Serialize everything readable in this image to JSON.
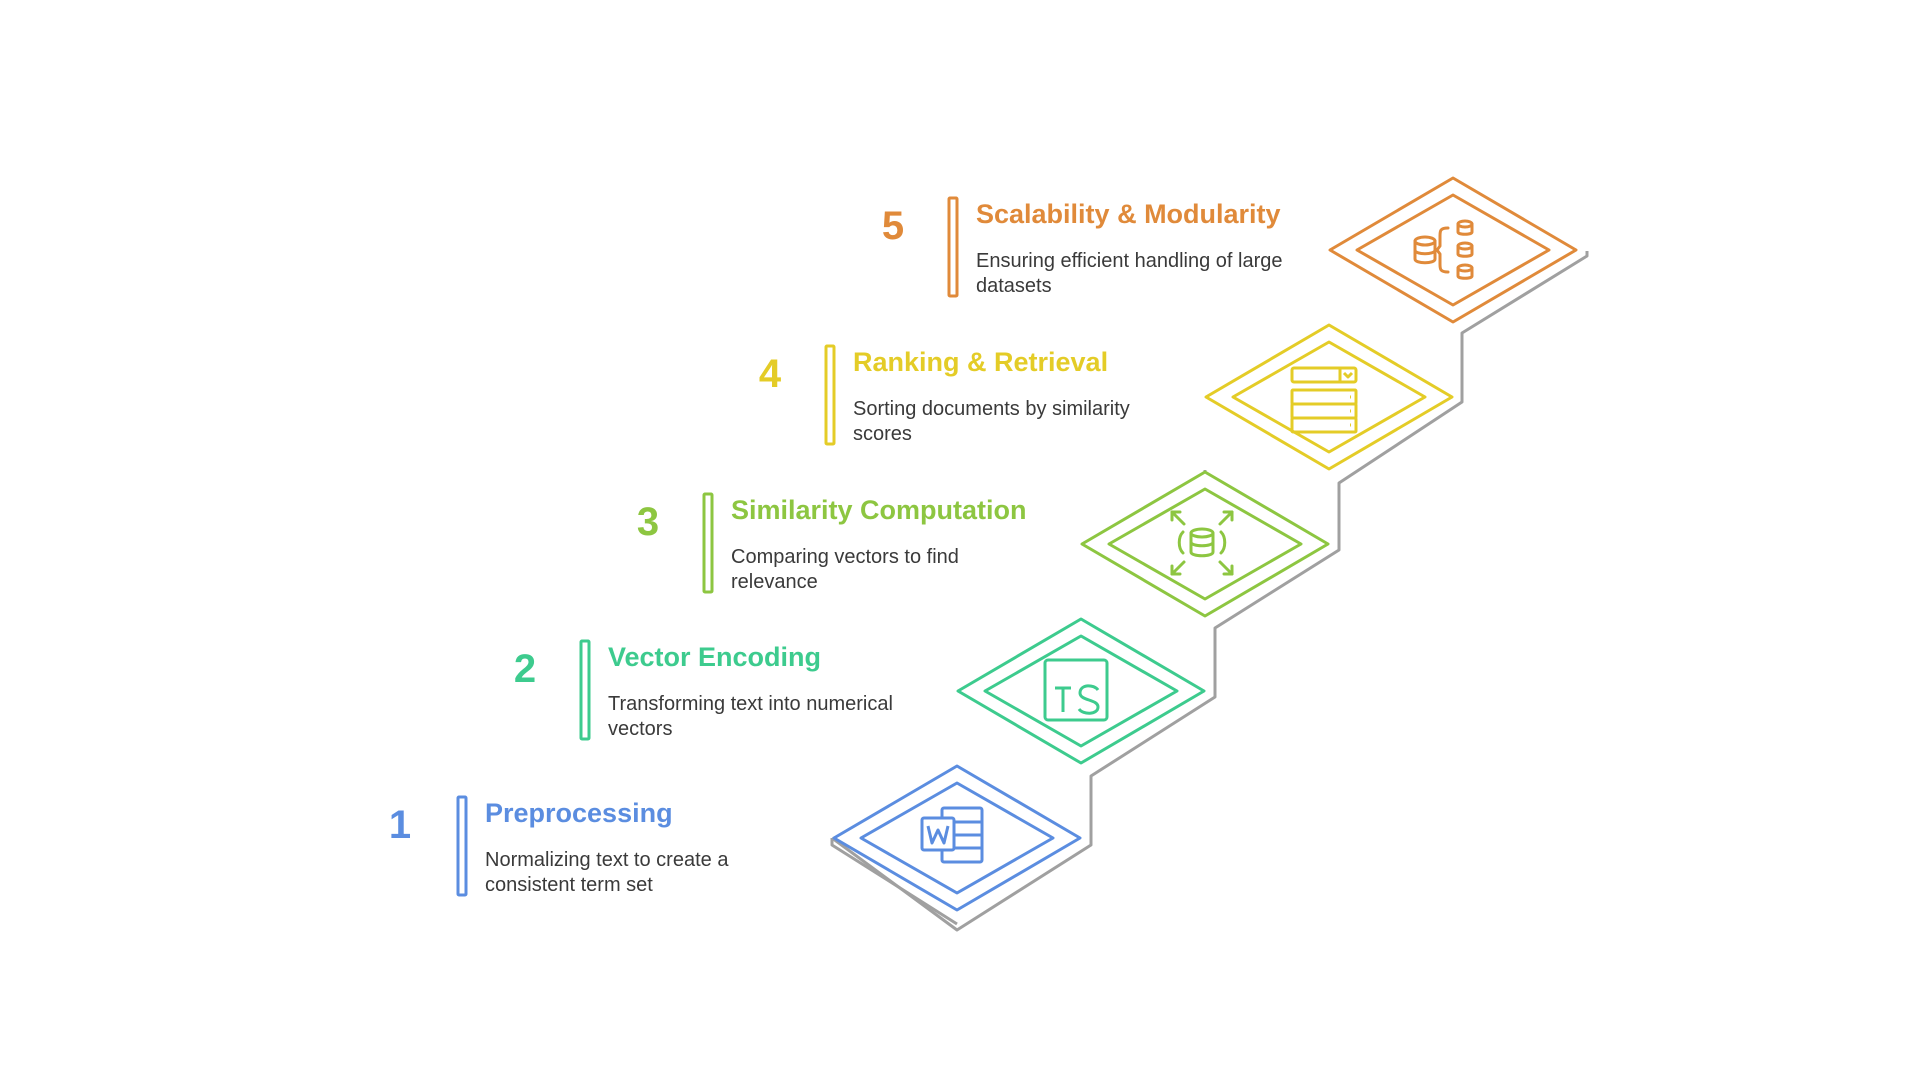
{
  "steps": [
    {
      "number": "1",
      "title": "Preprocessing",
      "description_lines": [
        "Normalizing text to create a",
        "consistent term set"
      ],
      "color": "#5B8DE0",
      "icon": "word-document-icon"
    },
    {
      "number": "2",
      "title": "Vector Encoding",
      "description_lines": [
        "Transforming text into numerical",
        "vectors"
      ],
      "color": "#3DCB8E",
      "icon": "typescript-icon"
    },
    {
      "number": "3",
      "title": "Similarity Computation",
      "description_lines": [
        "Comparing vectors to find",
        "relevance"
      ],
      "color": "#8DC641",
      "icon": "database-arrows-icon"
    },
    {
      "number": "4",
      "title": "Ranking & Retrieval",
      "description_lines": [
        "Sorting documents by similarity",
        "scores"
      ],
      "color": "#E4CC27",
      "icon": "ranked-list-icon"
    },
    {
      "number": "5",
      "title": "Scalability & Modularity",
      "description_lines": [
        "Ensuring efficient handling of large",
        "datasets"
      ],
      "color": "#E08A3A",
      "icon": "database-hierarchy-icon"
    }
  ],
  "colors": {
    "stair_outline": "#A0A0A0"
  }
}
